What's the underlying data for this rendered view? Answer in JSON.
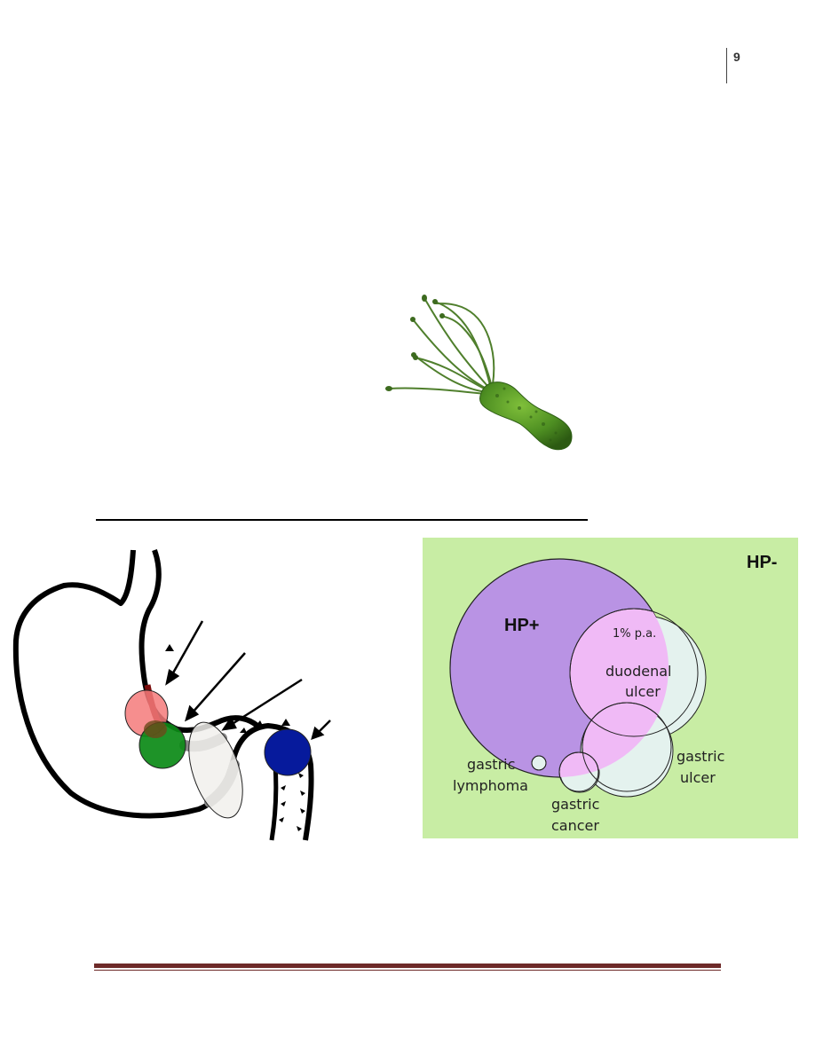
{
  "page": {
    "number": "9"
  },
  "venn": {
    "hp_negative_label": "HP-",
    "hp_positive_label": "HP+",
    "rate_label": "1% p.a.",
    "duodenal_ulcer": [
      "duodenal",
      "ulcer"
    ],
    "gastric_ulcer": [
      "gastric",
      "ulcer"
    ],
    "gastric_lymphoma": [
      "gastric",
      "lymphoma"
    ],
    "gastric_cancer": [
      "gastric",
      "cancer"
    ],
    "colors": {
      "background": "#c8eda4",
      "hp_positive": "#b993e4",
      "duodenal_ulcer": "#f0baf6",
      "gastric_ulcer": "#e4f2ee"
    }
  },
  "stomach_diagram": {
    "colors": {
      "red": "#f47a7a",
      "green": "#0b8a16",
      "gray": "#f1f0ec",
      "blue": "#061a9c"
    }
  }
}
